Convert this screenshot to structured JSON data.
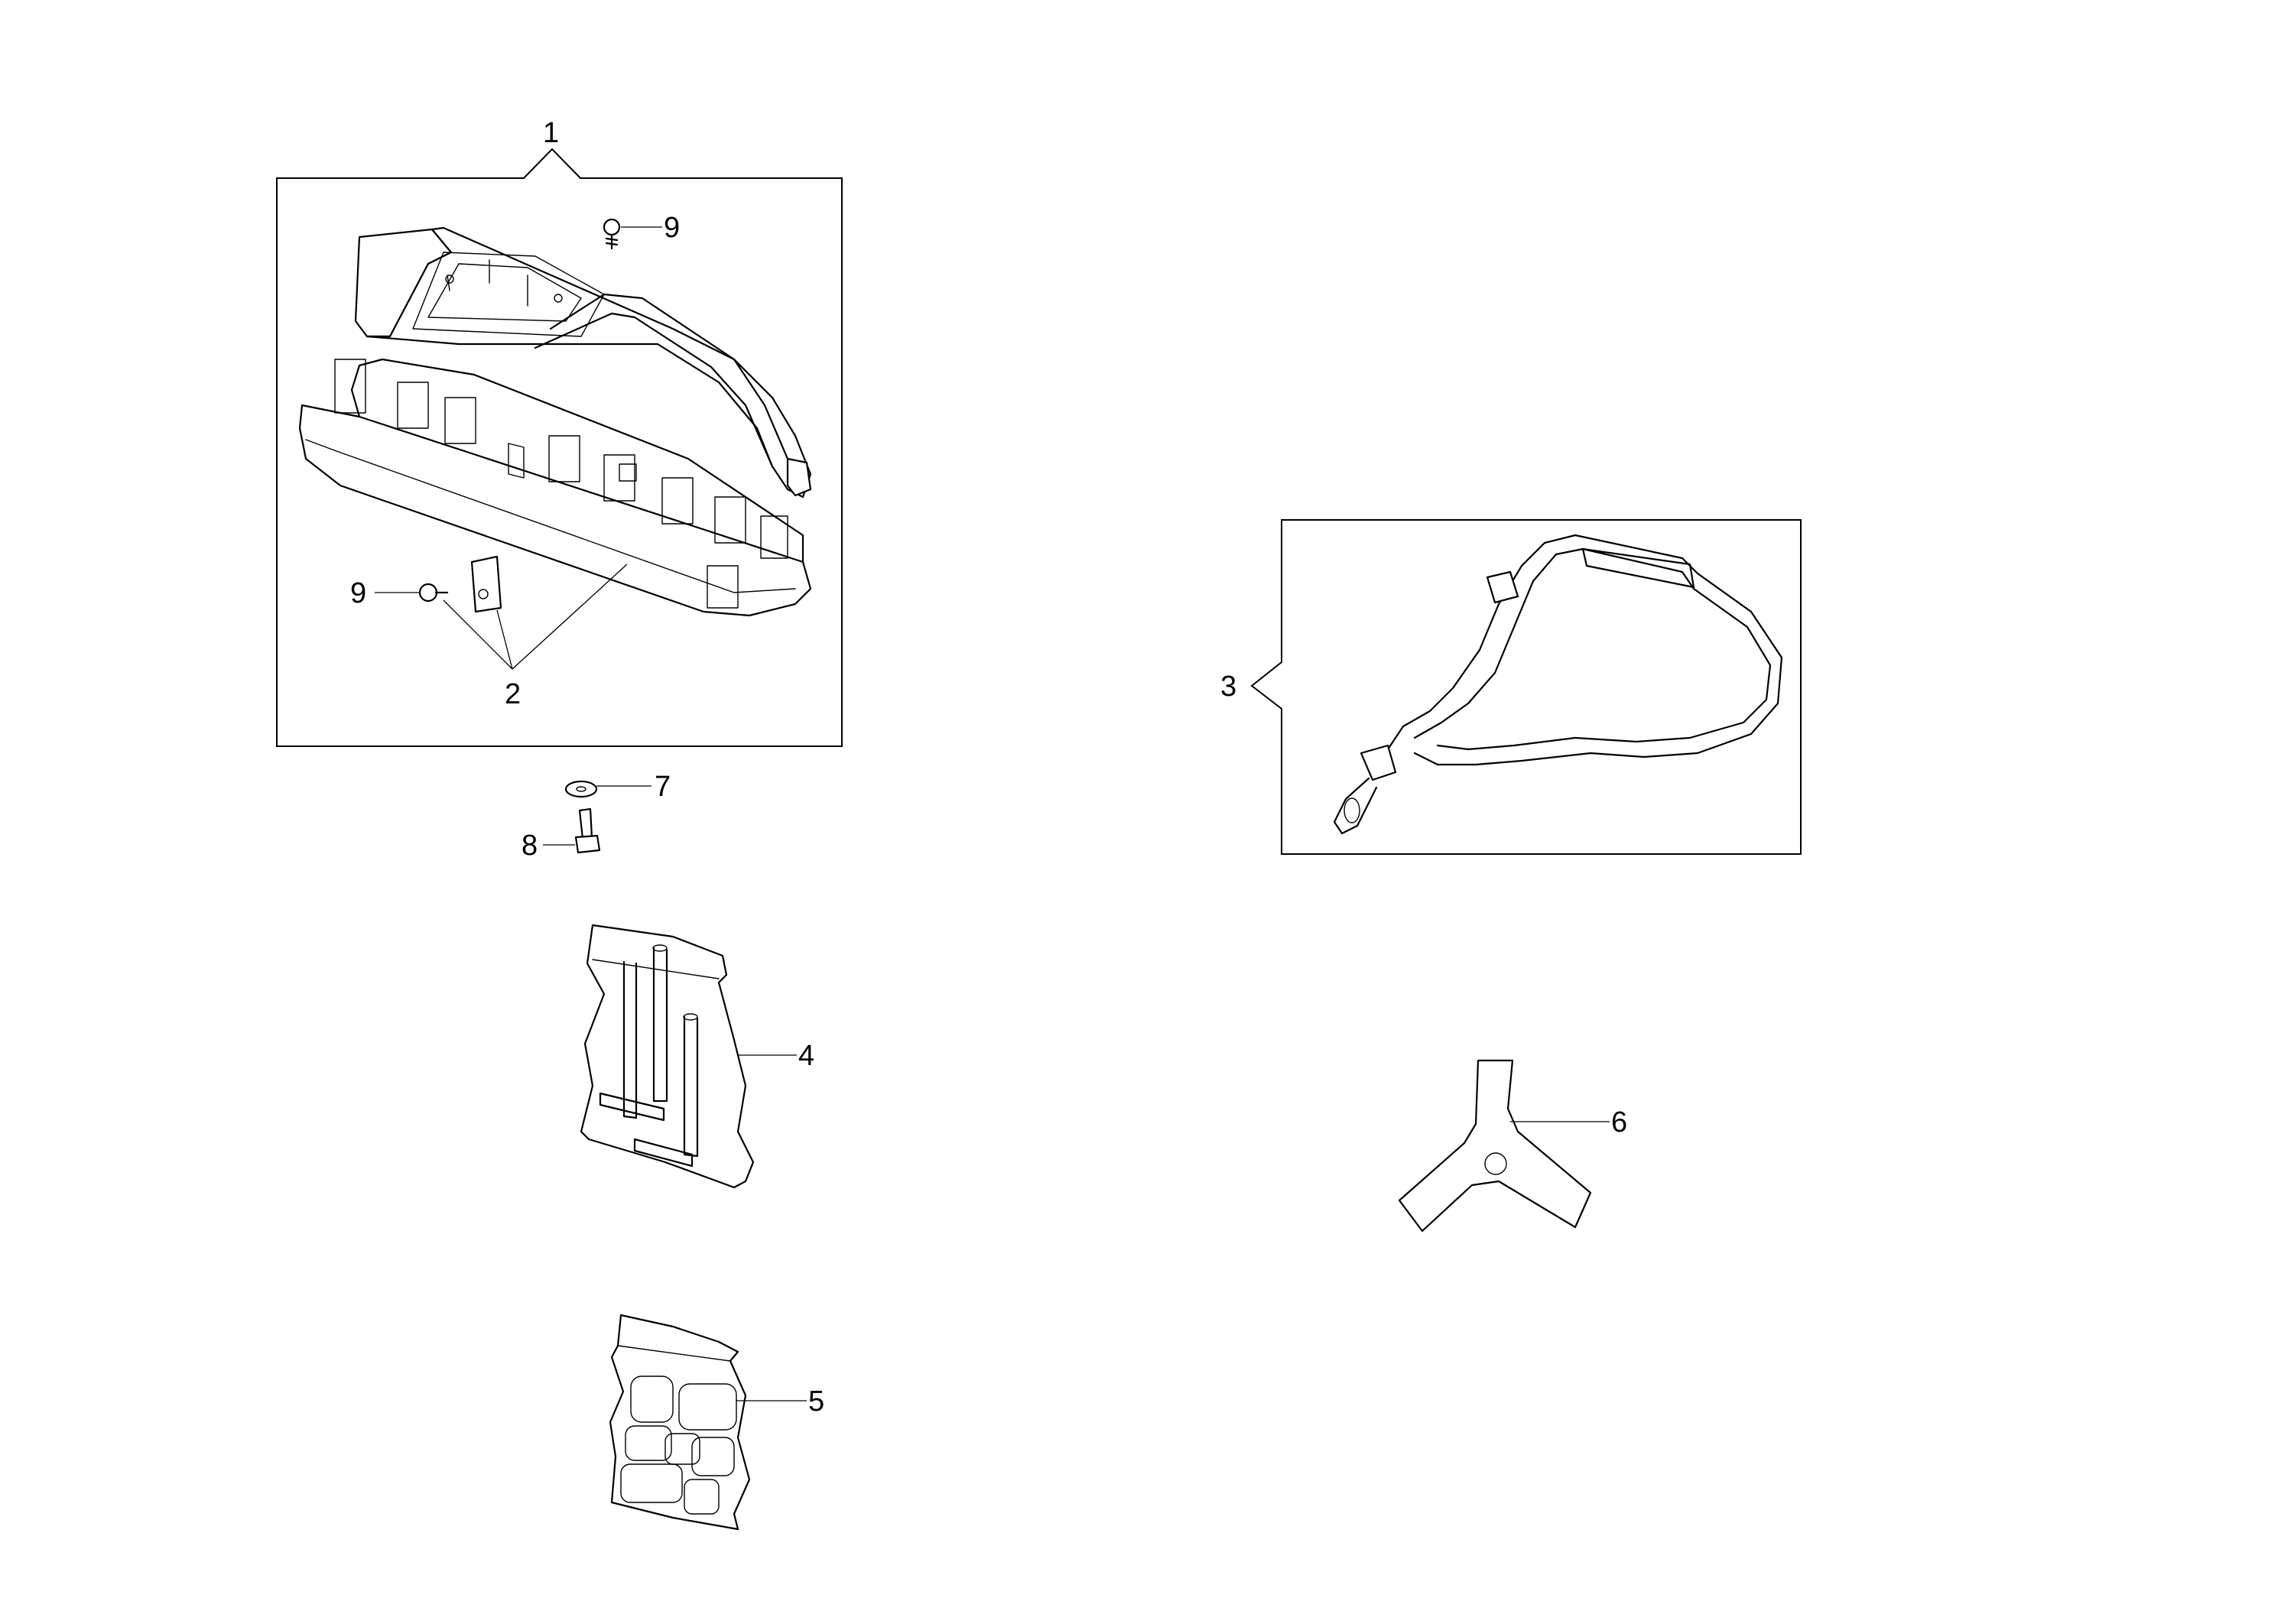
{
  "callouts": {
    "c1": "1",
    "c2": "2",
    "c3": "3",
    "c4": "4",
    "c5": "5",
    "c6": "6",
    "c7": "7",
    "c8": "8",
    "c9_top": "9",
    "c9_left": "9"
  },
  "parts": [
    {
      "callout": "1",
      "name": "carrying-case-icon"
    },
    {
      "callout": "2",
      "name": "clip-icon"
    },
    {
      "callout": "3",
      "name": "shoulder-harness-icon"
    },
    {
      "callout": "4",
      "name": "tool-set-icon"
    },
    {
      "callout": "5",
      "name": "spare-parts-card-icon"
    },
    {
      "callout": "6",
      "name": "grass-blade-icon"
    },
    {
      "callout": "7",
      "name": "washer-icon"
    },
    {
      "callout": "8",
      "name": "bolt-icon"
    },
    {
      "callout": "9",
      "name": "screw-icon"
    }
  ]
}
